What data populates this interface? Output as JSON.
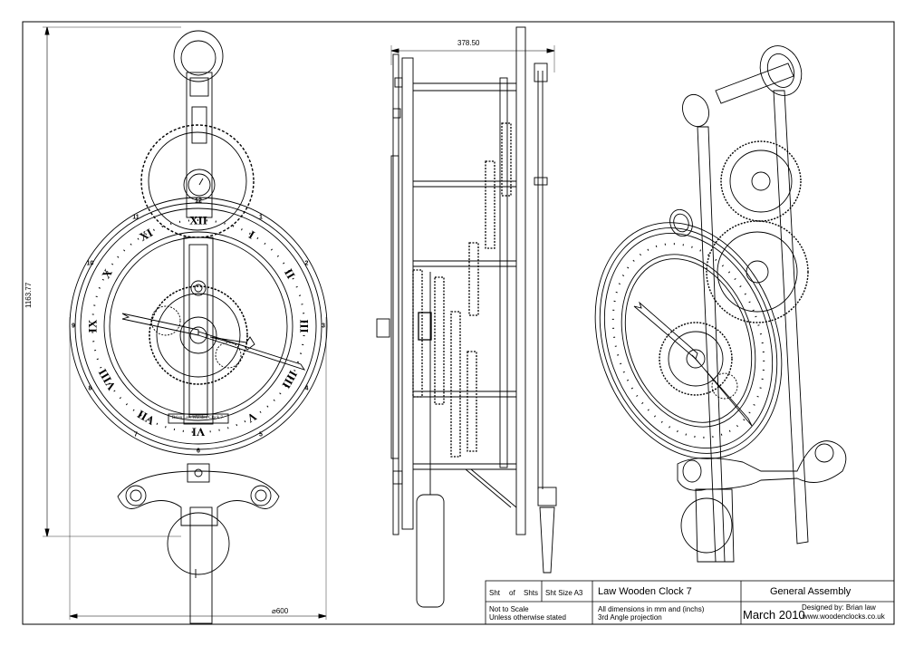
{
  "dimensions": {
    "height": "1163.77",
    "width": "378.50",
    "diameter": "⌀600"
  },
  "dial": {
    "numerals": [
      "XII",
      "I",
      "II",
      "III",
      "IIII",
      "V",
      "VI",
      "VII",
      "VIII",
      "IX",
      "X",
      "XI"
    ],
    "small_numbers": [
      "12",
      "1",
      "2",
      "3",
      "4",
      "5",
      "6",
      "7",
      "8",
      "9",
      "10",
      "11"
    ],
    "maker_mark": "Brian Law Wooden Clock 7"
  },
  "title_block": {
    "sht_label": "Sht",
    "of_label": "of",
    "shts_label": "Shts",
    "size_label": "Sht Size A3",
    "title": "Law Wooden Clock 7",
    "drawing_name": "General Assembly",
    "note_scale": "Not to Scale",
    "note_unless": "Unless otherwise stated",
    "note_dims": "All dimensions in mm and (inchs)",
    "note_projection": "3rd Angle projection",
    "date": "March 2010",
    "designer": "Designed by: Brian law",
    "website": "www.woodenclocks.co.uk"
  },
  "colors": {
    "line": "#000000",
    "paper": "#ffffff"
  }
}
